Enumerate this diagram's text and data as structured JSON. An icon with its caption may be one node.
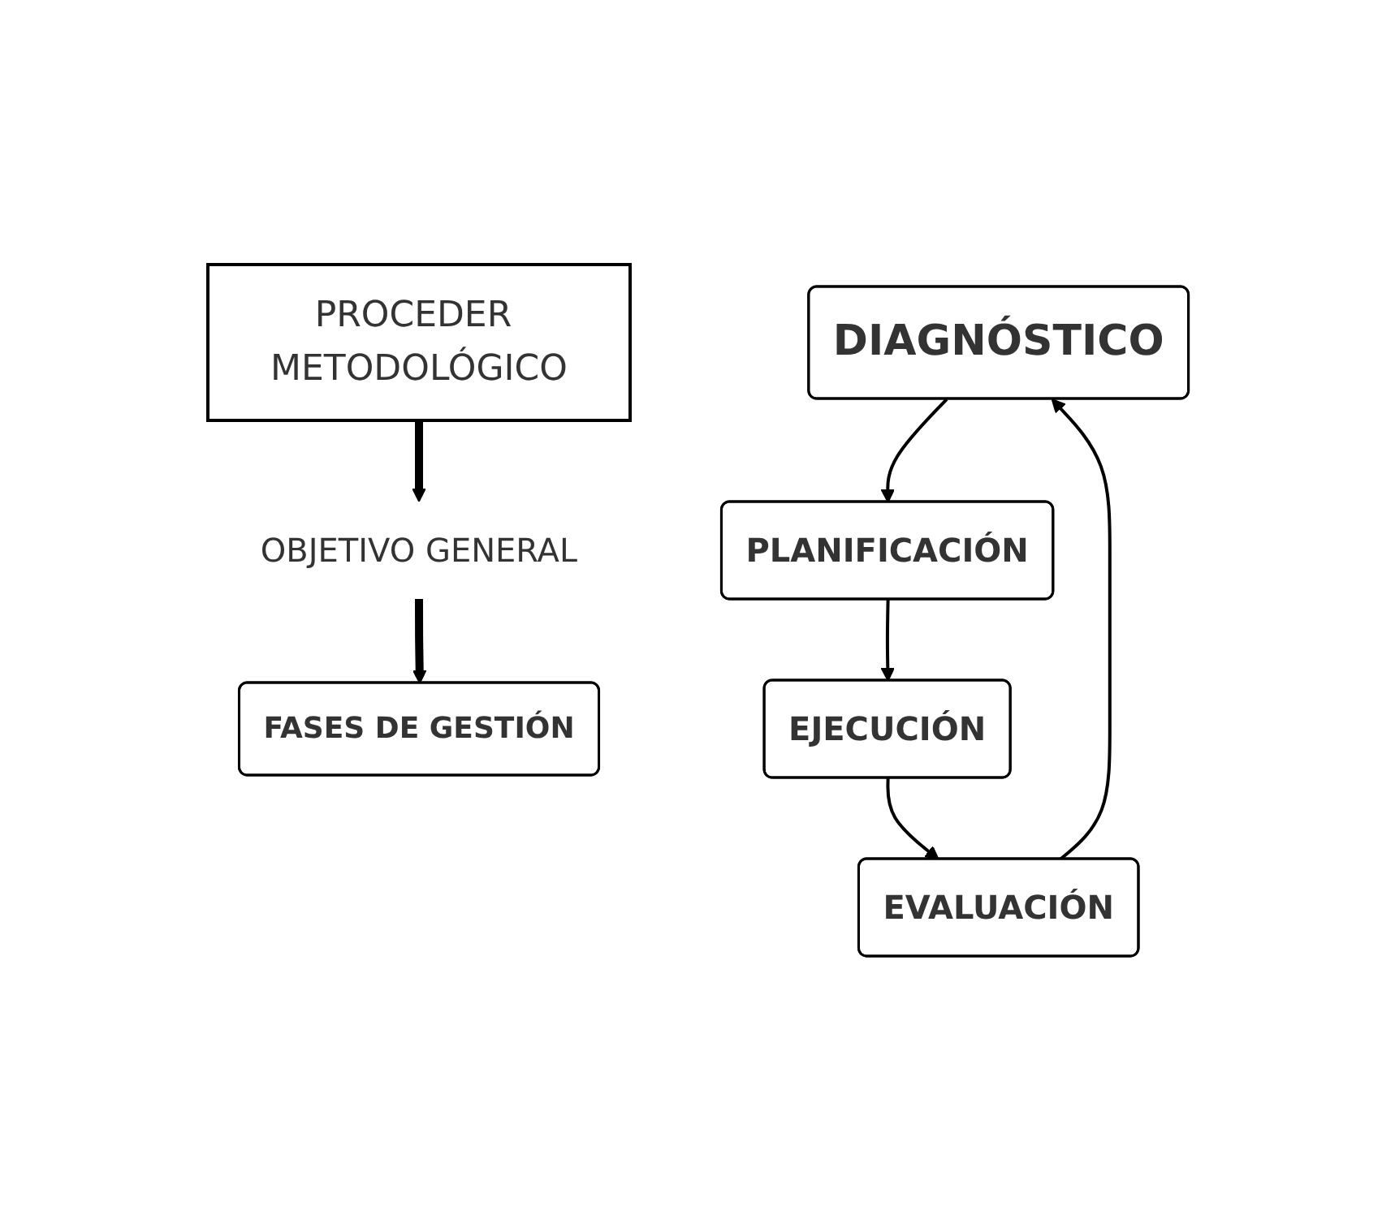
{
  "diagram": {
    "nodes": [
      {
        "text": [
          "PROCEDER METODOLÓGICO"
        ]
      },
      {
        "text": [
          "OBJETIVO GENERAL"
        ]
      },
      {
        "text": [
          "FASES DE GESTIÓN"
        ]
      },
      {
        "text": [
          "DIAGNÓSTICO"
        ]
      },
      {
        "text": [
          "EVALUACIÓN"
        ]
      },
      {
        "text": [
          "PLANIFICACIÓN"
        ]
      },
      {
        "text": [
          "EJECUCIÓN"
        ]
      }
    ],
    "edges": [
      {
        "from": 0,
        "to": 1,
        "arrow": "to",
        "style": "thick"
      },
      {
        "from": 1,
        "to": 2,
        "arrow": "to",
        "style": "thick"
      },
      {
        "from": 3,
        "to": 5,
        "arrow": "to"
      },
      {
        "from": 5,
        "to": 6,
        "arrow": "to"
      },
      {
        "from": 6,
        "to": 4,
        "arrow": "to"
      },
      {
        "from": 4,
        "to": 3,
        "arrow": "to"
      }
    ]
  }
}
